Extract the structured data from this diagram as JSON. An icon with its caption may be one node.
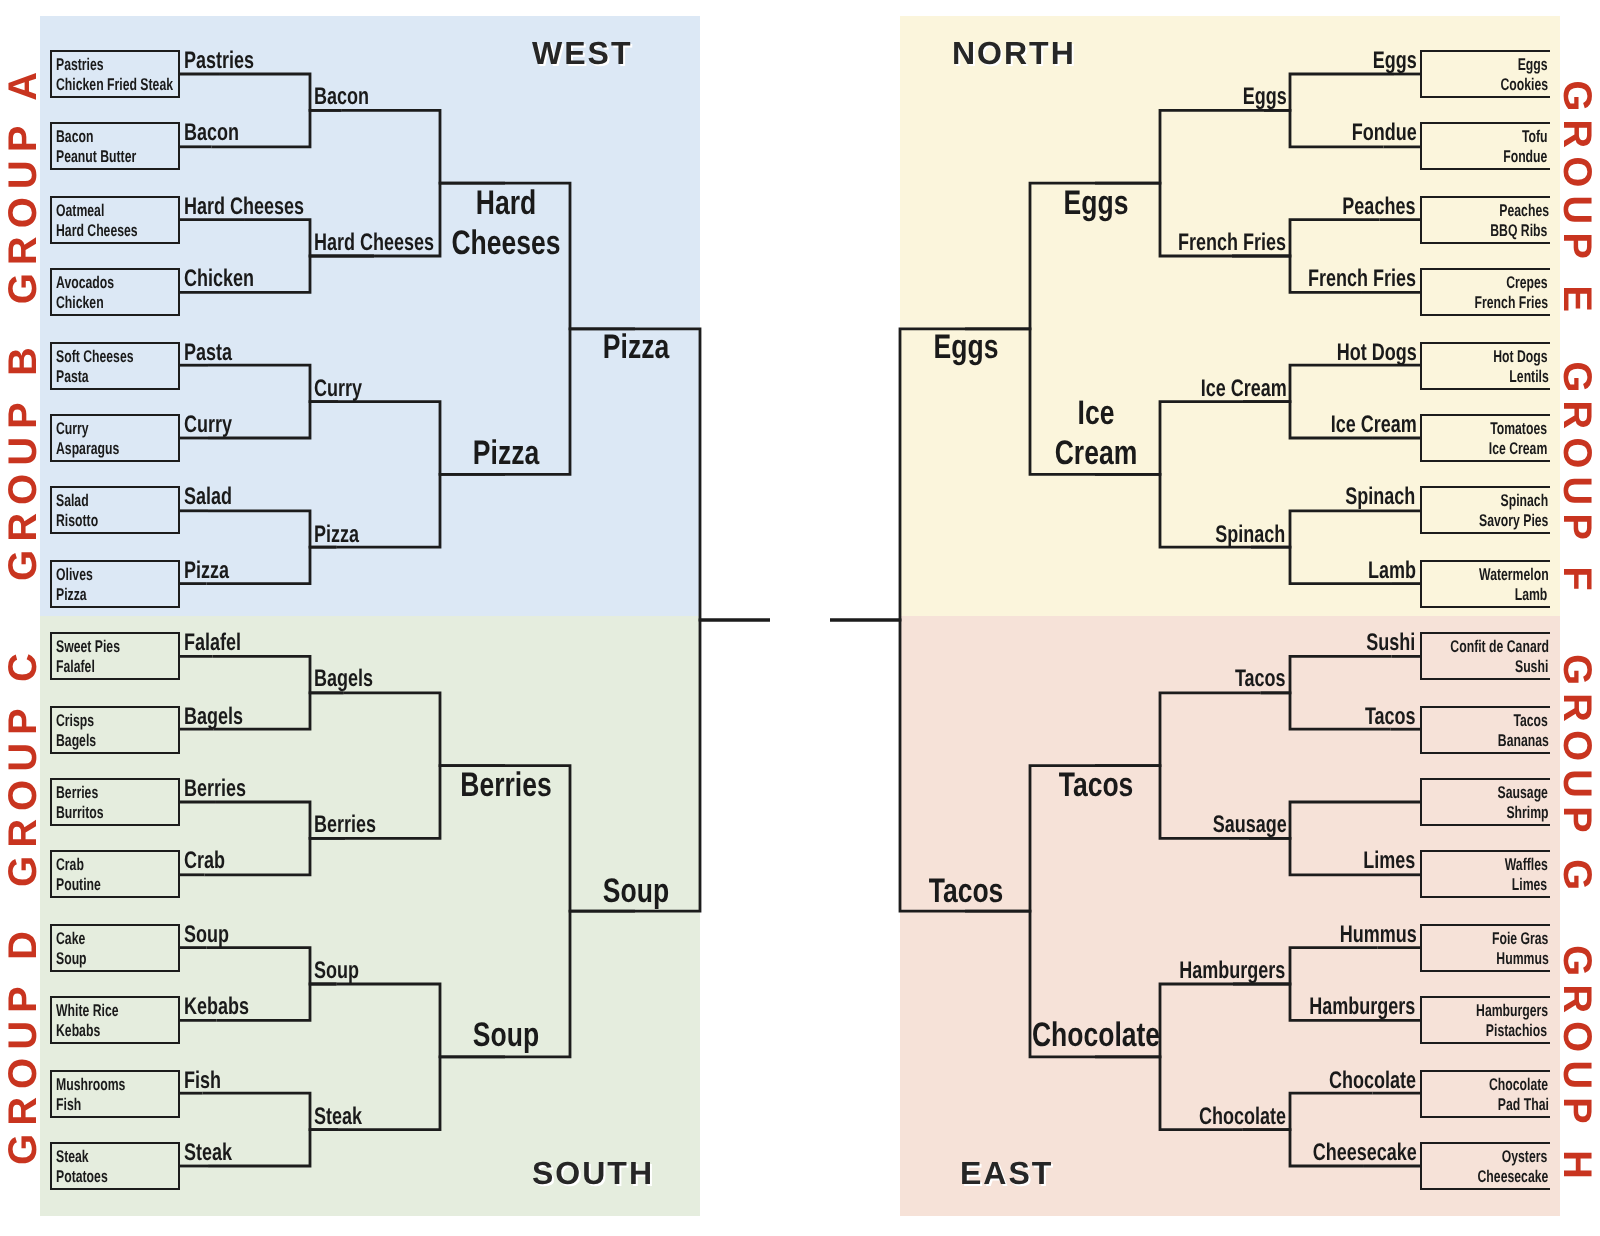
{
  "diagram": {
    "nodes": [
      {
        "text": [
          "WEST"
        ]
      },
      {
        "text": [
          "Pastries",
          "Chicken Fried Steak"
        ],
        "in": 0
      },
      {
        "text": [
          "Bacon",
          "Peanut Butter"
        ],
        "in": 0
      },
      {
        "text": [
          "Oatmeal",
          "Hard Cheeses"
        ],
        "in": 0
      },
      {
        "text": [
          "Avocados",
          "Chicken"
        ],
        "in": 0
      },
      {
        "text": [
          "Soft Cheeses",
          "Pasta"
        ],
        "in": 0
      },
      {
        "text": [
          "Curry",
          "Asparagus"
        ],
        "in": 0
      },
      {
        "text": [
          "Salad",
          "Risotto"
        ],
        "in": 0
      },
      {
        "text": [
          "Olives",
          "Pizza"
        ],
        "in": 0
      },
      {
        "text": [
          "Pastries"
        ],
        "in": 0
      },
      {
        "text": [
          "Bacon"
        ],
        "in": 0
      },
      {
        "text": [
          "Hard Cheeses"
        ],
        "in": 0
      },
      {
        "text": [
          "Chicken"
        ],
        "in": 0
      },
      {
        "text": [
          "Pasta"
        ],
        "in": 0
      },
      {
        "text": [
          "Curry"
        ],
        "in": 0
      },
      {
        "text": [
          "Salad"
        ],
        "in": 0
      },
      {
        "text": [
          "Pizza"
        ],
        "in": 0
      },
      {
        "text": [
          "Bacon"
        ],
        "in": 0
      },
      {
        "text": [
          "Hard Cheeses"
        ],
        "in": 0
      },
      {
        "text": [
          "Curry"
        ],
        "in": 0
      },
      {
        "text": [
          "Pizza"
        ],
        "in": 0
      },
      {
        "text": [
          "Hard Cheeses"
        ],
        "in": 0
      },
      {
        "text": [
          "Pizza"
        ],
        "in": 0
      },
      {
        "text": [
          "Pizza"
        ],
        "in": 0
      },
      {
        "text": [
          "SOUTH"
        ]
      },
      {
        "text": [
          "Sweet Pies",
          "Falafel"
        ],
        "in": 24
      },
      {
        "text": [
          "Crisps",
          "Bagels"
        ],
        "in": 24
      },
      {
        "text": [
          "Berries",
          "Burritos"
        ],
        "in": 24
      },
      {
        "text": [
          "Crab",
          "Poutine"
        ],
        "in": 24
      },
      {
        "text": [
          "Cake",
          "Soup"
        ],
        "in": 24
      },
      {
        "text": [
          "White Rice",
          "Kebabs"
        ],
        "in": 24
      },
      {
        "text": [
          "Mushrooms",
          "Fish"
        ],
        "in": 24
      },
      {
        "text": [
          "Steak",
          "Potatoes"
        ],
        "in": 24
      },
      {
        "text": [
          "Falafel"
        ],
        "in": 24
      },
      {
        "text": [
          "Bagels"
        ],
        "in": 24
      },
      {
        "text": [
          "Berries"
        ],
        "in": 24
      },
      {
        "text": [
          "Crab"
        ],
        "in": 24
      },
      {
        "text": [
          "Soup"
        ],
        "in": 24
      },
      {
        "text": [
          "Kebabs"
        ],
        "in": 24
      },
      {
        "text": [
          "Fish"
        ],
        "in": 24
      },
      {
        "text": [
          "Steak"
        ],
        "in": 24
      },
      {
        "text": [
          "Bagels"
        ],
        "in": 24
      },
      {
        "text": [
          "Berries"
        ],
        "in": 24
      },
      {
        "text": [
          "Soup"
        ],
        "in": 24
      },
      {
        "text": [
          "Steak"
        ],
        "in": 24
      },
      {
        "text": [
          "Berries"
        ],
        "in": 24
      },
      {
        "text": [
          "Soup"
        ],
        "in": 24
      },
      {
        "text": [
          "Soup"
        ],
        "in": 24
      },
      {
        "text": [
          "NORTH"
        ]
      },
      {
        "text": [
          "Eggs",
          "Cookies"
        ],
        "in": 48
      },
      {
        "text": [
          "Tofu",
          "Fondue"
        ],
        "in": 48
      },
      {
        "text": [
          "Peaches",
          "BBQ Ribs"
        ],
        "in": 48
      },
      {
        "text": [
          "Crepes",
          "French Fries"
        ],
        "in": 48
      },
      {
        "text": [
          "Hot Dogs",
          "Lentils"
        ],
        "in": 48
      },
      {
        "text": [
          "Tomatoes",
          "Ice Cream"
        ],
        "in": 48
      },
      {
        "text": [
          "Spinach",
          "Savory Pies"
        ],
        "in": 48
      },
      {
        "text": [
          "Watermelon",
          "Lamb"
        ],
        "in": 48
      },
      {
        "text": [
          "Eggs"
        ],
        "in": 48
      },
      {
        "text": [
          "Fondue"
        ],
        "in": 48
      },
      {
        "text": [
          "Peaches"
        ],
        "in": 48
      },
      {
        "text": [
          "French Fries"
        ],
        "in": 48
      },
      {
        "text": [
          "Hot Dogs"
        ],
        "in": 48
      },
      {
        "text": [
          "Ice Cream"
        ],
        "in": 48
      },
      {
        "text": [
          "Spinach"
        ],
        "in": 48
      },
      {
        "text": [
          "Lamb"
        ],
        "in": 48
      },
      {
        "text": [
          "Eggs"
        ],
        "in": 48
      },
      {
        "text": [
          "French Fries"
        ],
        "in": 48
      },
      {
        "text": [
          "Ice Cream"
        ],
        "in": 48
      },
      {
        "text": [
          "Spinach"
        ],
        "in": 48
      },
      {
        "text": [
          "Eggs"
        ],
        "in": 48
      },
      {
        "text": [
          "Ice Cream"
        ],
        "in": 48
      },
      {
        "text": [
          "Eggs"
        ],
        "in": 48
      },
      {
        "text": [
          "EAST"
        ]
      },
      {
        "text": [
          "Confit de Canard",
          "Sushi"
        ],
        "in": 72
      },
      {
        "text": [
          "Tacos",
          "Bananas"
        ],
        "in": 72
      },
      {
        "text": [
          "Sausage",
          "Shrimp"
        ],
        "in": 72
      },
      {
        "text": [
          "Waffles",
          "Limes"
        ],
        "in": 72
      },
      {
        "text": [
          "Foie Gras",
          "Hummus"
        ],
        "in": 72
      },
      {
        "text": [
          "Hamburgers",
          "Pistachios"
        ],
        "in": 72
      },
      {
        "text": [
          "Chocolate",
          "Pad Thai"
        ],
        "in": 72
      },
      {
        "text": [
          "Oysters",
          "Cheesecake"
        ],
        "in": 72
      },
      {
        "text": [
          "Sushi"
        ],
        "in": 72
      },
      {
        "text": [
          "Tacos"
        ],
        "in": 72
      },
      {
        "text": [
          "Limes"
        ],
        "in": 72
      },
      {
        "text": [
          "Hummus"
        ],
        "in": 72
      },
      {
        "text": [
          "Hamburgers"
        ],
        "in": 72
      },
      {
        "text": [
          "Chocolate"
        ],
        "in": 72
      },
      {
        "text": [
          "Cheesecake"
        ],
        "in": 72
      },
      {
        "text": [
          "Tacos"
        ],
        "in": 72
      },
      {
        "text": [
          "Sausage"
        ],
        "in": 72
      },
      {
        "text": [
          "Hamburgers"
        ],
        "in": 72
      },
      {
        "text": [
          "Chocolate"
        ],
        "in": 72
      },
      {
        "text": [
          "Tacos"
        ],
        "in": 72
      },
      {
        "text": [
          "Chocolate"
        ],
        "in": 72
      },
      {
        "text": [
          "Tacos"
        ],
        "in": 72
      }
    ],
    "edges": [
      {
        "from": 1,
        "to": 9,
        "arrow": "none"
      },
      {
        "from": 2,
        "to": 10,
        "arrow": "none"
      },
      {
        "from": 3,
        "to": 11,
        "arrow": "none"
      },
      {
        "from": 4,
        "to": 12,
        "arrow": "none"
      },
      {
        "from": 5,
        "to": 13,
        "arrow": "none"
      },
      {
        "from": 6,
        "to": 14,
        "arrow": "none"
      },
      {
        "from": 7,
        "to": 15,
        "arrow": "none"
      },
      {
        "from": 8,
        "to": 16,
        "arrow": "none"
      },
      {
        "from": 9,
        "to": 17,
        "arrow": "none"
      },
      {
        "from": 10,
        "to": 17,
        "arrow": "none"
      },
      {
        "from": 11,
        "to": 18,
        "arrow": "none"
      },
      {
        "from": 12,
        "to": 18,
        "arrow": "none"
      },
      {
        "from": 13,
        "to": 19,
        "arrow": "none"
      },
      {
        "from": 14,
        "to": 19,
        "arrow": "none"
      },
      {
        "from": 15,
        "to": 20,
        "arrow": "none"
      },
      {
        "from": 16,
        "to": 20,
        "arrow": "none"
      },
      {
        "from": 17,
        "to": 21,
        "arrow": "none"
      },
      {
        "from": 18,
        "to": 21,
        "arrow": "none"
      },
      {
        "from": 19,
        "to": 22,
        "arrow": "none"
      },
      {
        "from": 20,
        "to": 22,
        "arrow": "none"
      },
      {
        "from": 21,
        "to": 23,
        "arrow": "none"
      },
      {
        "from": 22,
        "to": 23,
        "arrow": "none"
      },
      {
        "from": 23,
        "to": null,
        "arrow": "none"
      },
      {
        "from": 25,
        "to": 33,
        "arrow": "none"
      },
      {
        "from": 26,
        "to": 34,
        "arrow": "none"
      },
      {
        "from": 27,
        "to": 35,
        "arrow": "none"
      },
      {
        "from": 28,
        "to": 36,
        "arrow": "none"
      },
      {
        "from": 29,
        "to": 37,
        "arrow": "none"
      },
      {
        "from": 30,
        "to": 38,
        "arrow": "none"
      },
      {
        "from": 31,
        "to": 39,
        "arrow": "none"
      },
      {
        "from": 32,
        "to": 40,
        "arrow": "none"
      },
      {
        "from": 33,
        "to": 41,
        "arrow": "none"
      },
      {
        "from": 34,
        "to": 41,
        "arrow": "none"
      },
      {
        "from": 35,
        "to": 42,
        "arrow": "none"
      },
      {
        "from": 36,
        "to": 42,
        "arrow": "none"
      },
      {
        "from": 37,
        "to": 43,
        "arrow": "none"
      },
      {
        "from": 38,
        "to": 43,
        "arrow": "none"
      },
      {
        "from": 39,
        "to": 44,
        "arrow": "none"
      },
      {
        "from": 40,
        "to": 44,
        "arrow": "none"
      },
      {
        "from": 41,
        "to": 45,
        "arrow": "none"
      },
      {
        "from": 42,
        "to": 45,
        "arrow": "none"
      },
      {
        "from": 43,
        "to": 46,
        "arrow": "none"
      },
      {
        "from": 44,
        "to": 46,
        "arrow": "none"
      },
      {
        "from": 45,
        "to": 47,
        "arrow": "none"
      },
      {
        "from": 46,
        "to": 47,
        "arrow": "none"
      },
      {
        "from": 47,
        "to": null,
        "arrow": "none"
      },
      {
        "from": 49,
        "to": 57,
        "arrow": "none"
      },
      {
        "from": 50,
        "to": 58,
        "arrow": "none"
      },
      {
        "from": 51,
        "to": 59,
        "arrow": "none"
      },
      {
        "from": 52,
        "to": 60,
        "arrow": "none"
      },
      {
        "from": 53,
        "to": 61,
        "arrow": "none"
      },
      {
        "from": 54,
        "to": 62,
        "arrow": "none"
      },
      {
        "from": 55,
        "to": 63,
        "arrow": "none"
      },
      {
        "from": 56,
        "to": 64,
        "arrow": "none"
      },
      {
        "from": 57,
        "to": 65,
        "arrow": "none"
      },
      {
        "from": 58,
        "to": 65,
        "arrow": "none"
      },
      {
        "from": 59,
        "to": 66,
        "arrow": "none"
      },
      {
        "from": 60,
        "to": 66,
        "arrow": "none"
      },
      {
        "from": 61,
        "to": 67,
        "arrow": "none"
      },
      {
        "from": 62,
        "to": 67,
        "arrow": "none"
      },
      {
        "from": 63,
        "to": 68,
        "arrow": "none"
      },
      {
        "from": 64,
        "to": 68,
        "arrow": "none"
      },
      {
        "from": 65,
        "to": 69,
        "arrow": "none"
      },
      {
        "from": 66,
        "to": 69,
        "arrow": "none"
      },
      {
        "from": 67,
        "to": 70,
        "arrow": "none"
      },
      {
        "from": 68,
        "to": 70,
        "arrow": "none"
      },
      {
        "from": 69,
        "to": 71,
        "arrow": "none"
      },
      {
        "from": 70,
        "to": 71,
        "arrow": "none"
      },
      {
        "from": 71,
        "to": null,
        "arrow": "none"
      },
      {
        "from": 73,
        "to": 81,
        "arrow": "none"
      },
      {
        "from": 74,
        "to": 82,
        "arrow": "none"
      },
      {
        "from": 75,
        "to": 89,
        "arrow": "none"
      },
      {
        "from": 76,
        "to": 83,
        "arrow": "none"
      },
      {
        "from": 77,
        "to": 84,
        "arrow": "none"
      },
      {
        "from": 78,
        "to": 85,
        "arrow": "none"
      },
      {
        "from": 79,
        "to": 86,
        "arrow": "none"
      },
      {
        "from": 80,
        "to": 87,
        "arrow": "none"
      },
      {
        "from": 81,
        "to": 88,
        "arrow": "none"
      },
      {
        "from": 82,
        "to": 88,
        "arrow": "none"
      },
      {
        "from": 83,
        "to": 89,
        "arrow": "none"
      },
      {
        "from": 84,
        "to": 90,
        "arrow": "none"
      },
      {
        "from": 85,
        "to": 90,
        "arrow": "none"
      },
      {
        "from": 86,
        "to": 91,
        "arrow": "none"
      },
      {
        "from": 87,
        "to": 91,
        "arrow": "none"
      },
      {
        "from": 88,
        "to": 92,
        "arrow": "none"
      },
      {
        "from": 89,
        "to": 92,
        "arrow": "none"
      },
      {
        "from": 90,
        "to": 93,
        "arrow": "none"
      },
      {
        "from": 91,
        "to": 93,
        "arrow": "none"
      },
      {
        "from": 92,
        "to": 94,
        "arrow": "none"
      },
      {
        "from": 93,
        "to": 94,
        "arrow": "none"
      },
      {
        "from": 94,
        "to": null,
        "arrow": "none"
      }
    ],
    "labels": [
      "GROUP A",
      "GROUP B",
      "GROUP C",
      "GROUP D",
      "GROUP E",
      "GROUP F",
      "GROUP G",
      "GROUP H"
    ]
  }
}
